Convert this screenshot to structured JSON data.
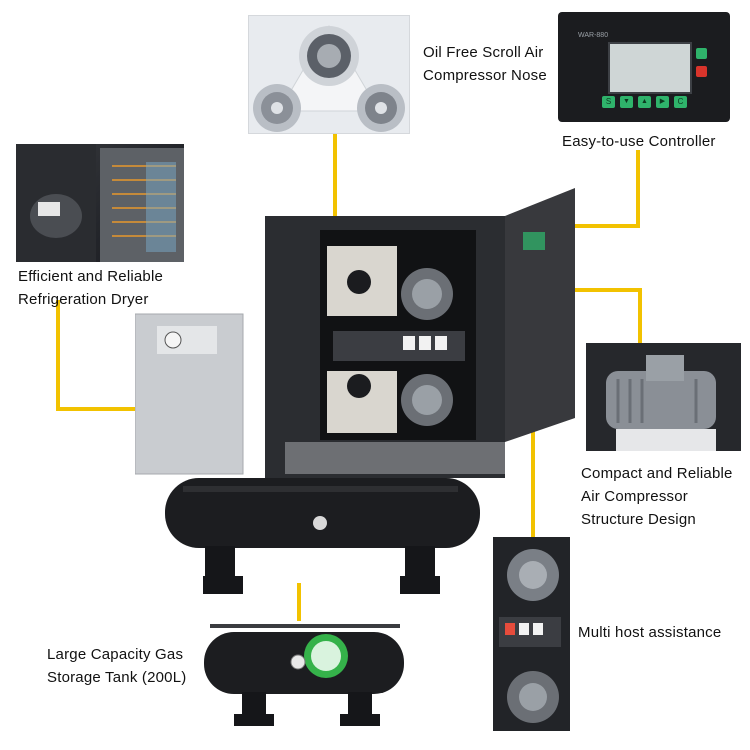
{
  "labels": {
    "oil_free_scroll": [
      "Oil Free Scroll Air",
      "Compressor Nose"
    ],
    "controller": "Easy-to-use Controller",
    "dryer": [
      "Efficient and Reliable",
      "Refrigeration Dryer"
    ],
    "compact": [
      "Compact and Reliable",
      "Air Compressor",
      "Structure Design"
    ],
    "multi_host": "Multi host assistance",
    "tank": [
      "Large Capacity Gas",
      "Storage Tank (200L)"
    ]
  },
  "controller_panel": {
    "model_text": "WAR-880",
    "buttons": [
      "S",
      "▼",
      "▲",
      "▶",
      "C"
    ]
  },
  "colors": {
    "accent_line": "#f2c200",
    "machine_body": "#2b2d31",
    "tank_body": "#1c1d20",
    "dryer_body": "#c9ccd0",
    "controller_green": "#2fb36b",
    "logo_green": "#35b24a"
  }
}
